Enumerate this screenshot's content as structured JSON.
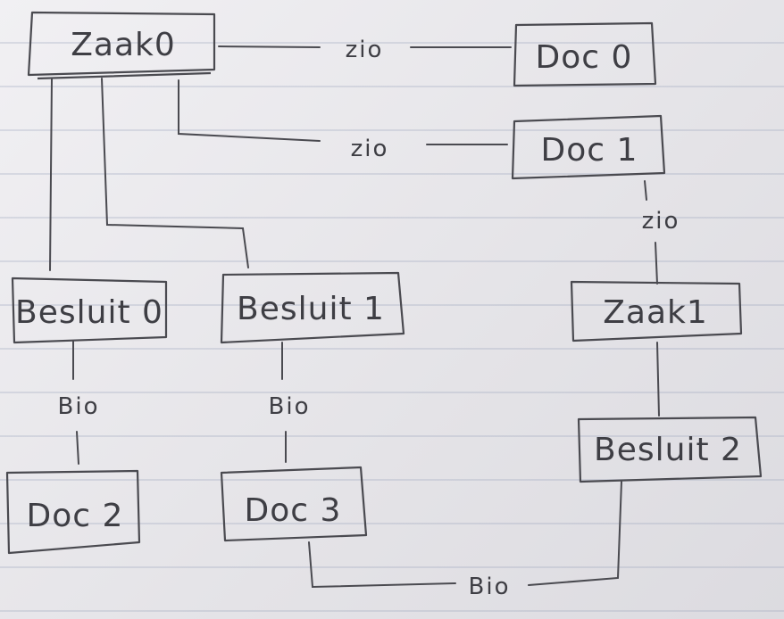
{
  "nodes": {
    "zaak0": "Zaak0",
    "doc0": "Doc 0",
    "doc1": "Doc 1",
    "besluit0": "Besluit 0",
    "besluit1": "Besluit 1",
    "zaak1": "Zaak1",
    "besluit2": "Besluit 2",
    "doc2": "Doc 2",
    "doc3": "Doc 3"
  },
  "edges": {
    "zaak0_doc0": "zio",
    "zaak0_doc1": "zio",
    "doc1_zaak1": "zio",
    "besluit0_doc2": "Bio",
    "besluit1_doc3": "Bio",
    "besluit2_doc3": "Bio"
  }
}
